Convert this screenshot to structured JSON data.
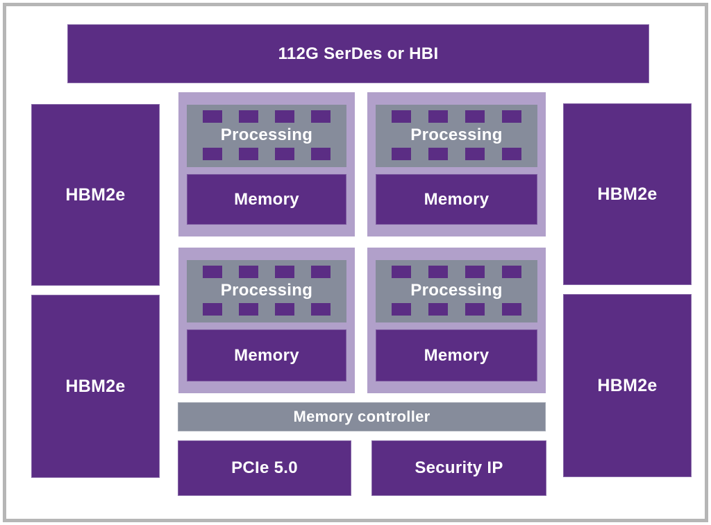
{
  "diagram": {
    "serdes_bar": {
      "label": "112G SerDes or HBI"
    },
    "hbm": {
      "left": [
        {
          "label": "HBM2e"
        },
        {
          "label": "HBM2e"
        }
      ],
      "right": [
        {
          "label": "HBM2e"
        },
        {
          "label": "HBM2e"
        }
      ]
    },
    "tiles": [
      {
        "processing": "Processing",
        "memory": "Memory"
      },
      {
        "processing": "Processing",
        "memory": "Memory"
      },
      {
        "processing": "Processing",
        "memory": "Memory"
      },
      {
        "processing": "Processing",
        "memory": "Memory"
      }
    ],
    "memory_controller": {
      "label": "Memory controller"
    },
    "pcie": {
      "label": "PCIe 5.0"
    },
    "security_ip": {
      "label": "Security IP"
    },
    "colors": {
      "block_purple": "#5b2d84",
      "tile_lavender": "#b1a0ca",
      "slate_gray": "#868c9b",
      "frame_gray": "#b6b6b6",
      "text": "#ffffff"
    }
  }
}
